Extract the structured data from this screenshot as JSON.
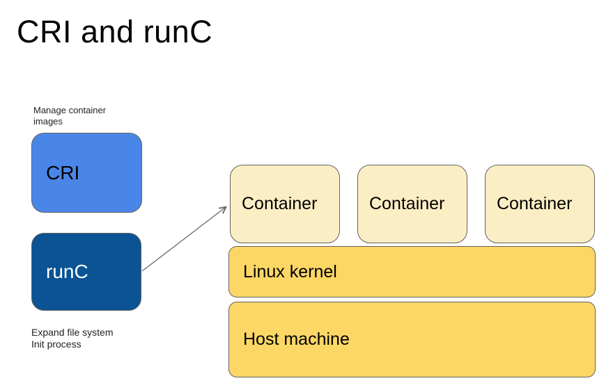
{
  "slide": {
    "title": "CRI and runC"
  },
  "cri": {
    "label": "CRI",
    "annotation_lines": [
      "Manage container",
      "images"
    ],
    "fill_color": "#4a86e8",
    "text_color": "#000000"
  },
  "runc": {
    "label": "runC",
    "annotation_lines": [
      "Expand file system",
      "Init process"
    ],
    "fill_color": "#0b5394",
    "text_color": "#ffffff"
  },
  "arrow": {
    "description": "arrow from runC to first Container",
    "color": "#666666"
  },
  "containers": [
    {
      "label": "Container"
    },
    {
      "label": "Container"
    },
    {
      "label": "Container"
    }
  ],
  "layers": [
    {
      "label": "Linux kernel"
    },
    {
      "label": "Host machine"
    }
  ],
  "colors": {
    "container_fill": "#fceec4",
    "layer_fill": "#fcd765",
    "box_border": "#616161",
    "background": "#ffffff"
  }
}
